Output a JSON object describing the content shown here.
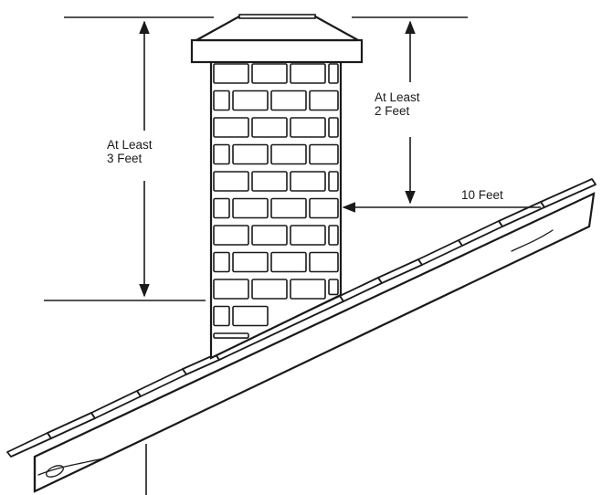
{
  "labels": {
    "at_least_3_feet": {
      "line1": "At Least",
      "line2": "3 Feet"
    },
    "at_least_2_feet": {
      "line1": "At Least",
      "line2": "2 Feet"
    },
    "ten_feet": "10 Feet"
  },
  "colors": {
    "ink": "#1a1a1a",
    "paper": "#ffffff"
  }
}
